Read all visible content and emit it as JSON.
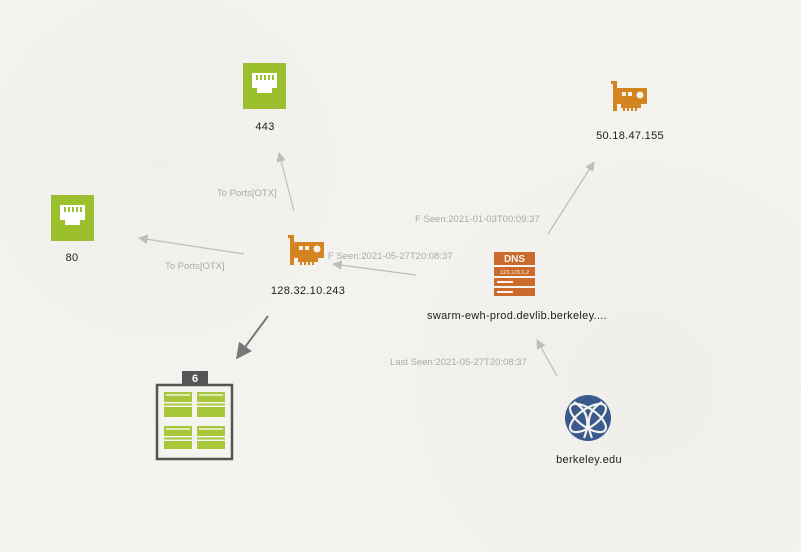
{
  "colors": {
    "port": "#9cbf2d",
    "nic": "#d4841f",
    "dns": "#cc6a2c",
    "domain": "#3a5a8c",
    "edge": "#bdbdbd",
    "edge_dark": "#777777",
    "group_border": "#555555",
    "group_fill": "#a9c73a"
  },
  "nodes": {
    "port_443": {
      "label": "443",
      "icon": "ethernet-port-icon"
    },
    "port_80": {
      "label": "80",
      "icon": "ethernet-port-icon"
    },
    "ip_128": {
      "label": "128.32.10.243",
      "icon": "network-card-icon"
    },
    "ip_50": {
      "label": "50.18.47.155",
      "icon": "network-card-icon"
    },
    "dns_host": {
      "label": "swarm-ewh-prod.devlib.berkeley....",
      "icon": "dns-server-icon",
      "badge_title": "DNS",
      "badge_ip": "123.123.1.2"
    },
    "domain": {
      "label": "berkeley.edu",
      "icon": "globe-icon"
    },
    "group": {
      "count": "6",
      "icon": "server-rack-group-icon"
    }
  },
  "edges": {
    "to_ports_443": "To Ports[OTX]",
    "to_ports_80": "To Ports[OTX]",
    "dns_to_ip128": "F Seen:2021-05-27T20:08:37",
    "dns_to_ip50": "F Seen:2021-01-03T00:09:37",
    "domain_to_dns": "Last Seen:2021-05-27T20:08:37"
  }
}
